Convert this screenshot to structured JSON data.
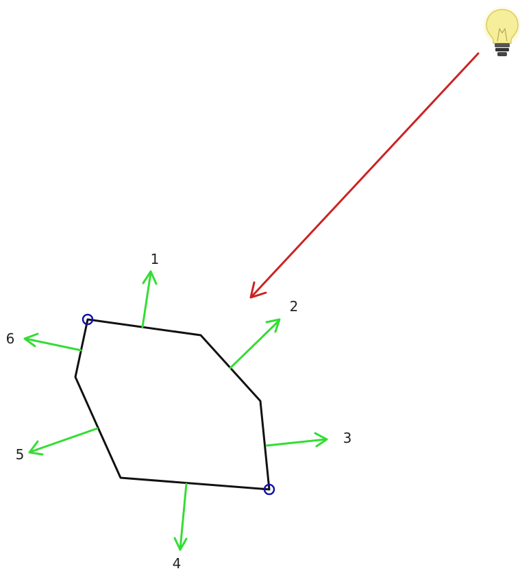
{
  "colors": {
    "background": "#ffffff",
    "polygon": "#111111",
    "normals": "#33dd33",
    "light_ray": "#cc2222",
    "vertex_markers": "#1111aa",
    "bulb_glass": "#f7f2a0",
    "bulb_glow": "#fbf8d0",
    "bulb_base": "#444444"
  },
  "icons": {
    "light": "light-bulb-icon"
  },
  "normals": [
    {
      "label": "1"
    },
    {
      "label": "2"
    },
    {
      "label": "3"
    },
    {
      "label": "4"
    },
    {
      "label": "5"
    },
    {
      "label": "6"
    }
  ]
}
